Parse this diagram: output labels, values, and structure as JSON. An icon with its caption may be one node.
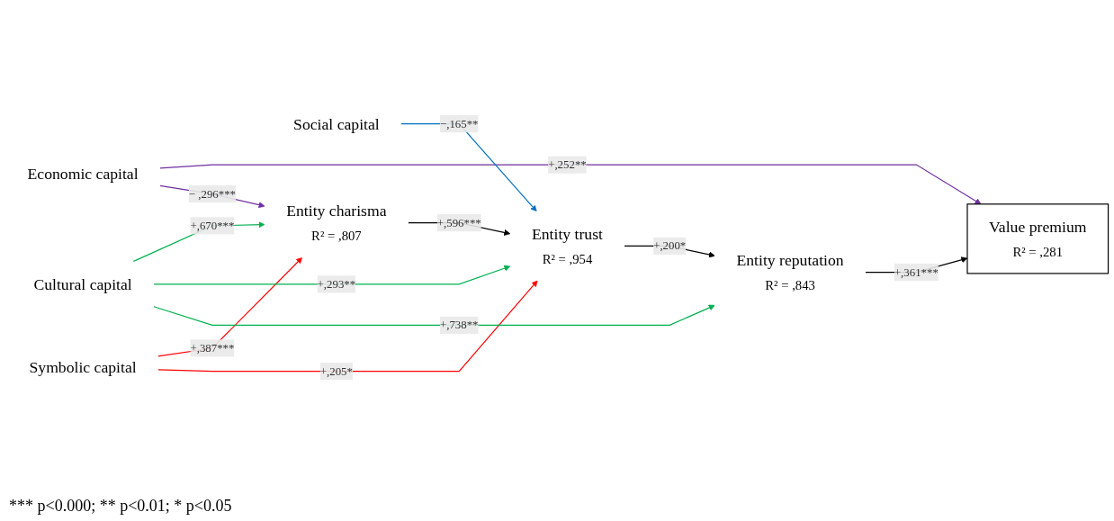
{
  "diagram": {
    "nodes": [
      {
        "text": [
          "Economic capital"
        ]
      },
      {
        "text": [
          "Symbolic capital"
        ]
      },
      {
        "text": [
          "Cultural capital"
        ]
      },
      {
        "text": [
          "Social capital"
        ]
      },
      {
        "text": [
          "Entity charisma",
          "R² = ,807"
        ]
      },
      {
        "text": [
          "Entity trust",
          "R² = ,954"
        ]
      },
      {
        "text": [
          "Entity reputation",
          "R² = ,843"
        ]
      },
      {
        "text": [
          "Value premium",
          "R² = ,281"
        ]
      }
    ],
    "edges": [
      {
        "from": 0,
        "to": 7,
        "arrow": "to",
        "label": "+,252**",
        "color": "#7030a0"
      },
      {
        "from": 0,
        "to": 4,
        "arrow": "to",
        "label": "− ,296***",
        "color": "#7030a0"
      },
      {
        "from": 1,
        "to": 4,
        "arrow": "to",
        "label": "+,387***",
        "color": "#ff0000"
      },
      {
        "from": 1,
        "to": 5,
        "arrow": "to",
        "label": "+,205*",
        "color": "#ff0000"
      },
      {
        "from": 2,
        "to": 4,
        "arrow": "to",
        "label": "+,670***",
        "color": "#00b050"
      },
      {
        "from": 2,
        "to": 5,
        "arrow": "to",
        "label": "+,293**",
        "color": "#00b050"
      },
      {
        "from": 2,
        "to": 6,
        "arrow": "to",
        "label": "+,738**",
        "color": "#00b050"
      },
      {
        "from": 3,
        "to": 5,
        "arrow": "to",
        "label": "−,165**",
        "color": "#0070c0"
      },
      {
        "from": 4,
        "to": 5,
        "arrow": "to",
        "label": "+,596***",
        "color": "#000000"
      },
      {
        "from": 5,
        "to": 6,
        "arrow": "to",
        "label": "+,200*",
        "color": "#000000"
      },
      {
        "from": 6,
        "to": 7,
        "arrow": "to",
        "label": "+,361***",
        "color": "#000000"
      }
    ],
    "labels": [
      "*** p<0.000; ** p<0.01; * p<0.05"
    ]
  }
}
